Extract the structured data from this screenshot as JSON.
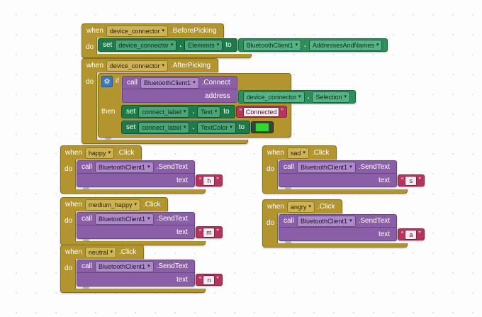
{
  "ui": {
    "labels": {
      "when": "when",
      "do": "do",
      "if": "if",
      "then": "then",
      "call": "call",
      "set": "set",
      "to": "to",
      "address": "address",
      "dot": ".",
      "quote_open": "“",
      "quote_close": "”",
      "dropdown_glyph": "▾",
      "gear_glyph": "⚙"
    }
  },
  "colors": {
    "event_gold": "#b2952f",
    "setter_green": "#1f7a4a",
    "getter_green": "#2f8f5b",
    "call_purple": "#8a5fa8",
    "text_magenta": "#b5355f",
    "swatch_green": "#33d633",
    "gear_blue": "#3b78c4"
  },
  "blocks": {
    "before_picking": {
      "component": "device_connector",
      "event": ".BeforePicking",
      "set_component": "device_connector",
      "set_property": "Elements",
      "value_component": "BluetoothClient1",
      "value_property": "AddressesAndNames"
    },
    "after_picking": {
      "component": "device_connector",
      "event": ".AfterPicking",
      "call_component": "BluetoothClient1",
      "method": ".Connect",
      "arg_label": "address",
      "arg_component": "device_connector",
      "arg_property": "Selection",
      "set_text": {
        "component": "connect_label",
        "property": "Text",
        "value": "Connected"
      },
      "set_color": {
        "component": "connect_label",
        "property": "TextColor",
        "color": "#33d633"
      }
    },
    "click_handlers": [
      {
        "component": "happy",
        "event": ".Click",
        "call_component": "BluetoothClient1",
        "method": ".SendText",
        "arg": "text",
        "value": "h"
      },
      {
        "component": "sad",
        "event": ".Click",
        "call_component": "BluetoothClient1",
        "method": ".SendText",
        "arg": "text",
        "value": "s"
      },
      {
        "component": "medium_happy",
        "event": ".Click",
        "call_component": "BluetoothClient1",
        "method": ".SendText",
        "arg": "text",
        "value": "m"
      },
      {
        "component": "angry",
        "event": ".Click",
        "call_component": "BluetoothClient1",
        "method": ".SendText",
        "arg": "text",
        "value": "a"
      },
      {
        "component": "neutral",
        "event": ".Click",
        "call_component": "BluetoothClient1",
        "method": ".SendText",
        "arg": "text",
        "value": "n"
      }
    ]
  }
}
